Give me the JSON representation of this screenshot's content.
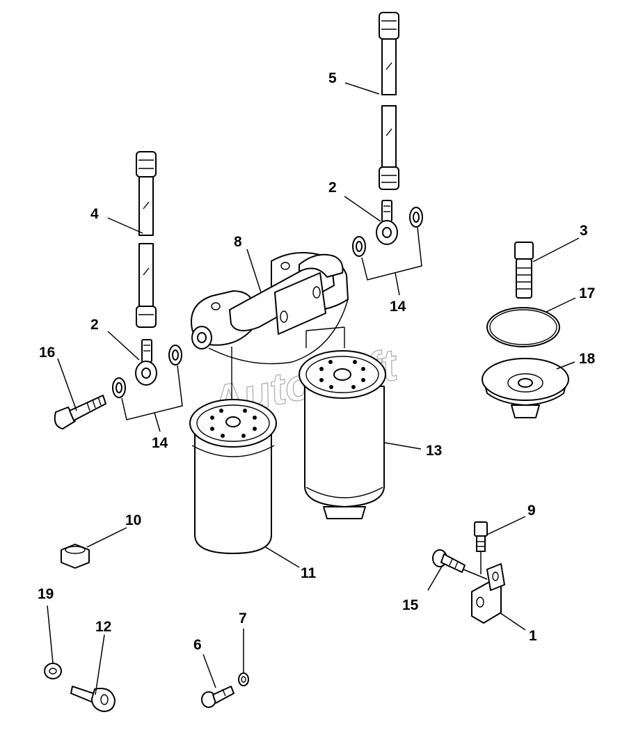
{
  "watermark": "AutoSoft",
  "callouts": {
    "c1": "1",
    "c2a": "2",
    "c2b": "2",
    "c3": "3",
    "c4": "4",
    "c5": "5",
    "c6": "6",
    "c7": "7",
    "c8": "8",
    "c9": "9",
    "c10": "10",
    "c11": "11",
    "c12": "12",
    "c13": "13",
    "c14a": "14",
    "c14b": "14",
    "c15": "15",
    "c16": "16",
    "c17": "17",
    "c18": "18",
    "c19": "19"
  }
}
